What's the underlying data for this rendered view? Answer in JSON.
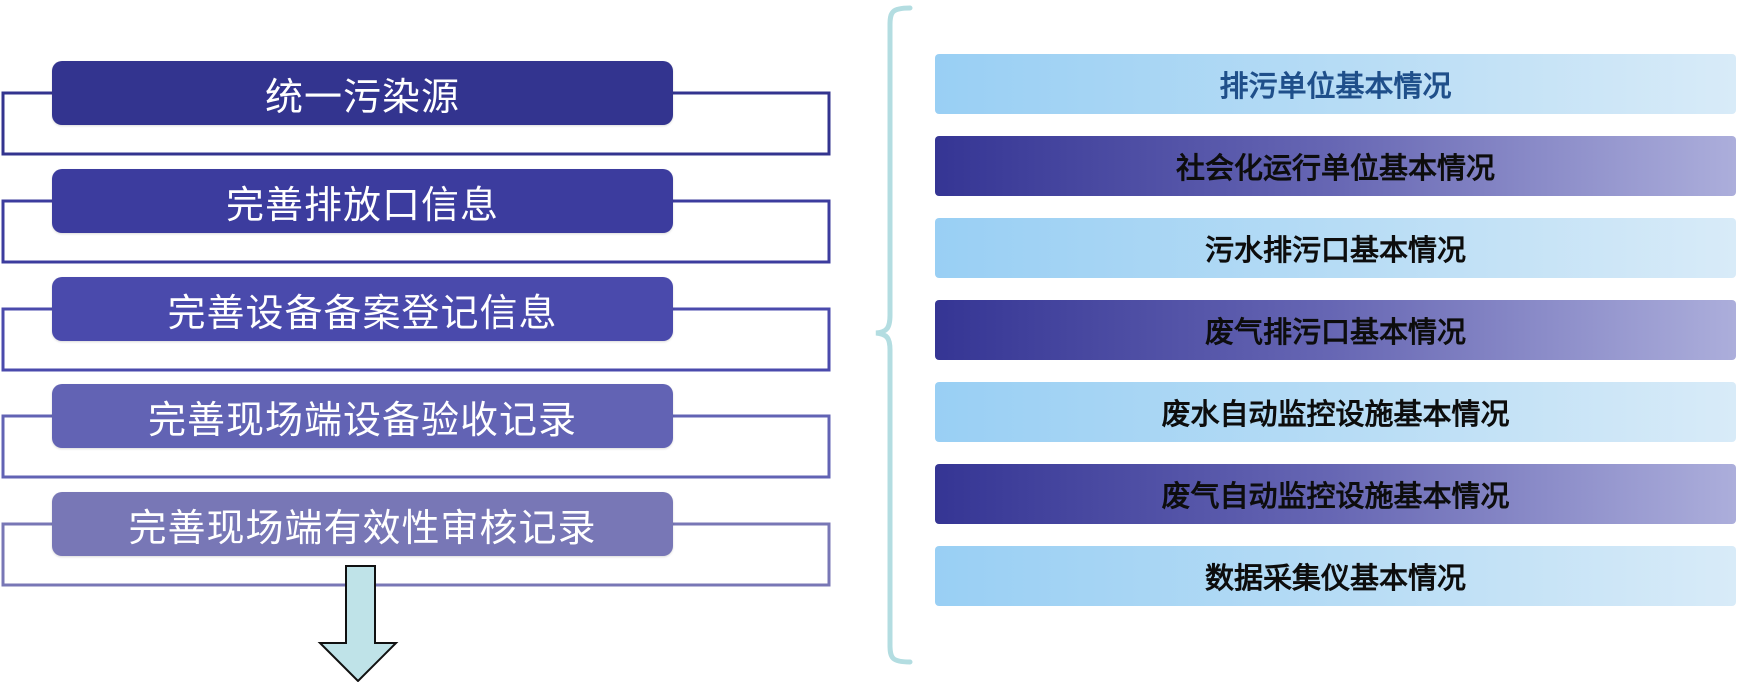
{
  "steps": [
    {
      "label": "统一污染源",
      "color": "#33348f"
    },
    {
      "label": "完善排放口信息",
      "color": "#3c3c9e"
    },
    {
      "label": "完善设备备案登记信息",
      "color": "#4a4aac"
    },
    {
      "label": "完善现场端设备验收记录",
      "color": "#6263b4"
    },
    {
      "label": "完善现场端有效性审核记录",
      "color": "#7877b6"
    }
  ],
  "items": [
    {
      "label": "排污单位基本情况",
      "style": "light",
      "text_color": "#1f4f8a"
    },
    {
      "label": "社会化运行单位基本情况",
      "style": "dark",
      "text_color": "#0d0d0d"
    },
    {
      "label": "污水排污口基本情况",
      "style": "light",
      "text_color": "#0d0d0d"
    },
    {
      "label": "废气排污口基本情况",
      "style": "dark",
      "text_color": "#0d0d0d"
    },
    {
      "label": "废水自动监控设施基本情况",
      "style": "light",
      "text_color": "#0d0d0d"
    },
    {
      "label": "废气自动监控设施基本情况",
      "style": "dark",
      "text_color": "#0d0d0d"
    },
    {
      "label": "数据采集仪基本情况",
      "style": "light",
      "text_color": "#0d0d0d"
    }
  ],
  "colors": {
    "loop_outline": [
      "#33348f",
      "#3c3c9e",
      "#4a4aac",
      "#6263b4",
      "#7877b6"
    ],
    "arrow_fill": "#bfe3e8",
    "arrow_stroke": "#111111",
    "brace": "#b3dde1"
  }
}
